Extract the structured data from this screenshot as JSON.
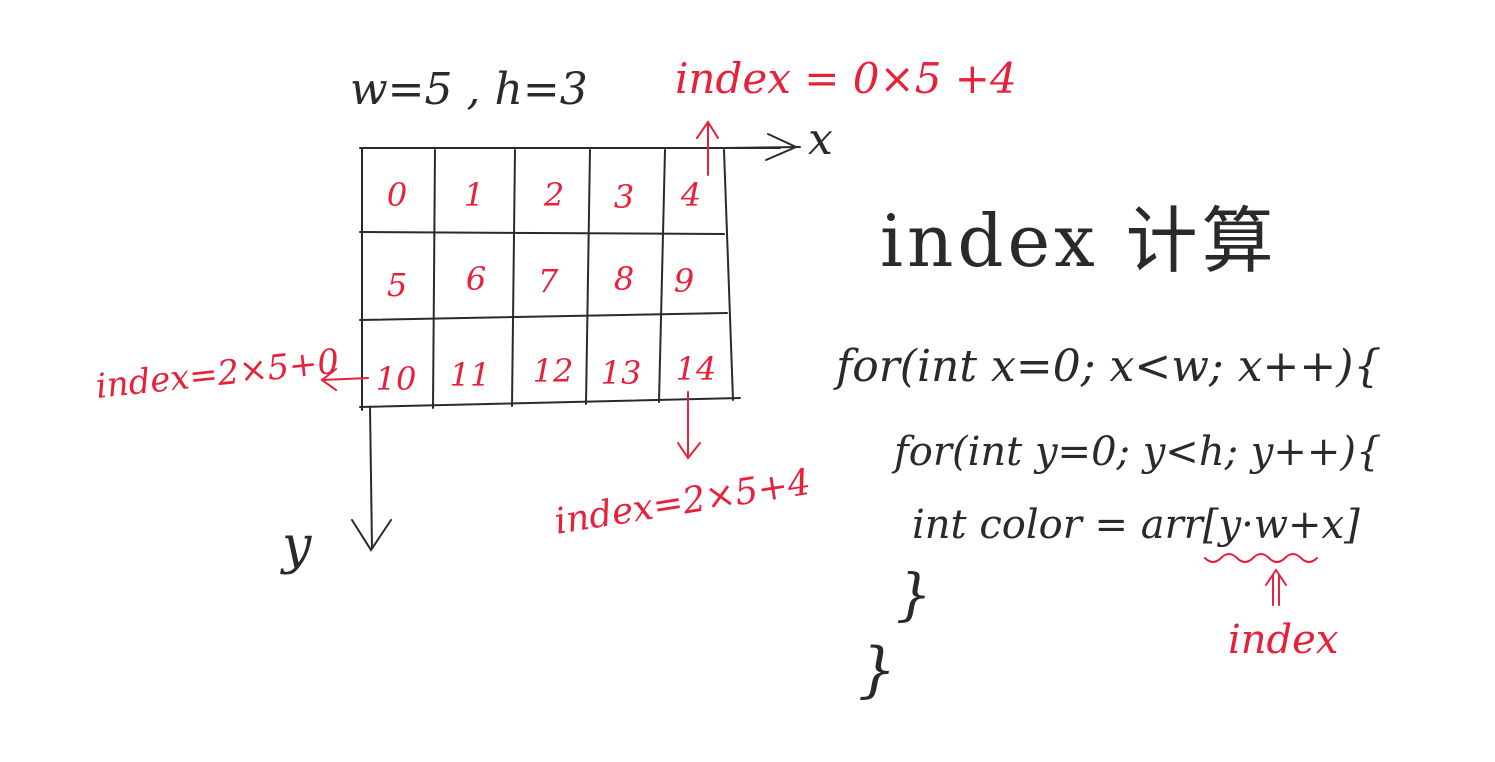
{
  "header": {
    "dims_label": "w=5 , h=3"
  },
  "grid": {
    "cells": [
      "0",
      "1",
      "2",
      "3",
      "4",
      "5",
      "6",
      "7",
      "8",
      "9",
      "10",
      "11",
      "12",
      "13",
      "14"
    ]
  },
  "axes": {
    "x_label": "x",
    "y_label": "y"
  },
  "annotations": {
    "top_right": "index = 0×5 +4",
    "left_row3": "index=2×5+0",
    "bottom_right": "index=2×5+4",
    "code_underline": "index"
  },
  "title": "index 计算",
  "code": {
    "line1": "for(int x=0; x<w; x++){",
    "line2": "for(int y=0; y<h; y++){",
    "line3": "int color = arr[y·w+x]",
    "line4": "}",
    "line5": "}"
  },
  "colors": {
    "ink": "#2a2a2a",
    "accent": "#e8203a"
  }
}
